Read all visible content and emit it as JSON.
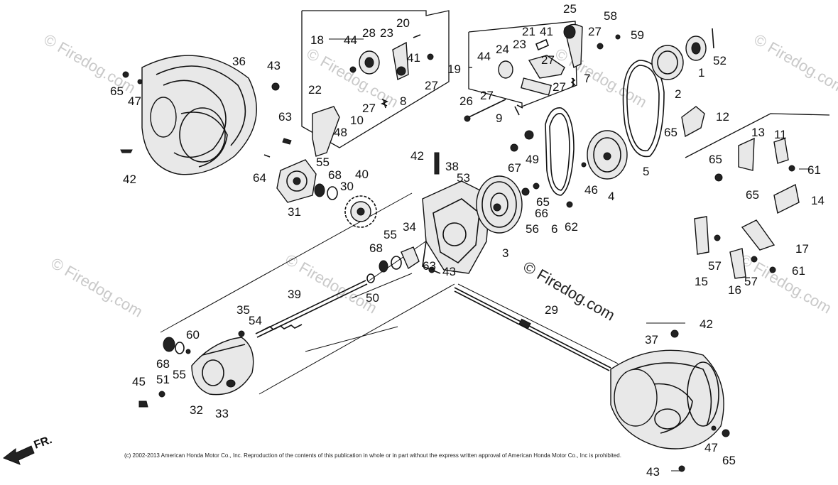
{
  "diagram": {
    "watermark_text": "© Firedog.com",
    "central_watermark": "© Firedog.com",
    "copyright_notice": "(c) 2002-2013 American Honda Motor Co., Inc. Reproduction of the contents of this publication in whole or in part without the express written approval of American Honda Motor Co., Inc is prohibited.",
    "direction_label": "FR.",
    "callouts": [
      "1",
      "2",
      "3",
      "4",
      "5",
      "6",
      "7",
      "8",
      "9",
      "10",
      "11",
      "12",
      "13",
      "14",
      "15",
      "16",
      "17",
      "18",
      "19",
      "20",
      "21",
      "22",
      "23",
      "24",
      "25",
      "26",
      "27",
      "28",
      "29",
      "30",
      "31",
      "32",
      "33",
      "34",
      "35",
      "36",
      "37",
      "38",
      "39",
      "40",
      "41",
      "42",
      "43",
      "44",
      "45",
      "46",
      "47",
      "48",
      "49",
      "50",
      "51",
      "52",
      "53",
      "54",
      "55",
      "56",
      "57",
      "58",
      "59",
      "60",
      "61",
      "62",
      "63",
      "64",
      "65",
      "66",
      "67",
      "68"
    ],
    "labels": {
      "l1": "1",
      "l2": "2",
      "l3": "3",
      "l4": "4",
      "l5": "5",
      "l6": "6",
      "l7": "7",
      "l8": "8",
      "l9": "9",
      "l10": "10",
      "l11": "11",
      "l12": "12",
      "l13": "13",
      "l14": "14",
      "l15": "15",
      "l16": "16",
      "l17": "17",
      "l18": "18",
      "l19": "19",
      "l20": "20",
      "l21": "21",
      "l22": "22",
      "l23a": "23",
      "l23b": "23",
      "l24": "24",
      "l25": "25",
      "l26": "26",
      "l27a": "27",
      "l27b": "27",
      "l27c": "27",
      "l27d": "27",
      "l27e": "27",
      "l27f": "27",
      "l28": "28",
      "l29": "29",
      "l30": "30",
      "l31": "31",
      "l32": "32",
      "l33": "33",
      "l34": "34",
      "l35": "35",
      "l36": "36",
      "l37": "37",
      "l38": "38",
      "l39": "39",
      "l40": "40",
      "l41a": "41",
      "l41b": "41",
      "l42a": "42",
      "l42b": "42",
      "l42c": "42",
      "l43a": "43",
      "l43b": "43",
      "l43c": "43",
      "l44a": "44",
      "l44b": "44",
      "l45": "45",
      "l46": "46",
      "l47a": "47",
      "l47b": "47",
      "l48": "48",
      "l49": "49",
      "l50": "50",
      "l51": "51",
      "l52": "52",
      "l53": "53",
      "l54": "54",
      "l55a": "55",
      "l55b": "55",
      "l55c": "55",
      "l56": "56",
      "l57a": "57",
      "l57b": "57",
      "l58": "58",
      "l59": "59",
      "l60": "60",
      "l61a": "61",
      "l61b": "61",
      "l62": "62",
      "l63a": "63",
      "l63b": "63",
      "l64": "64",
      "l65a": "65",
      "l65b": "65",
      "l65c": "65",
      "l65d": "65",
      "l65e": "65",
      "l66": "66",
      "l67": "67",
      "l68a": "68",
      "l68b": "68",
      "l68c": "68"
    }
  },
  "colors": {
    "ink": "#111111",
    "watermark": "#c9c9c9",
    "background": "#ffffff"
  }
}
